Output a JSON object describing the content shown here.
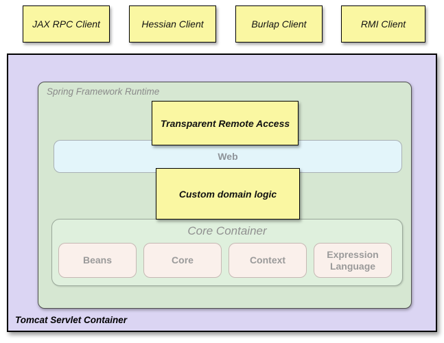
{
  "clients": [
    {
      "label": "JAX RPC Client"
    },
    {
      "label": "Hessian Client"
    },
    {
      "label": "Burlap Client"
    },
    {
      "label": "RMI Client"
    }
  ],
  "tomcat": {
    "label": "Tomcat Servlet Container"
  },
  "spring_runtime": {
    "label": "Spring Framework Runtime"
  },
  "transparent_remote_access": {
    "label": "Transparent Remote Access"
  },
  "web": {
    "label": "Web"
  },
  "custom_domain_logic": {
    "label": "Custom domain logic"
  },
  "core_container": {
    "label": "Core Container",
    "modules": [
      {
        "label": "Beans"
      },
      {
        "label": "Core"
      },
      {
        "label": "Context"
      },
      {
        "label": "Expression Language"
      }
    ]
  },
  "colors": {
    "client_box_fill": "#FAF7A2",
    "tomcat_fill": "#DBD5F3",
    "runtime_fill": "#D6E7D2",
    "core_container_fill": "#DFF0DD",
    "web_fill": "#E3F5FA",
    "module_fill": "#FAF0EB",
    "gray_text": "#8E8E8E",
    "border_black": "#000000"
  }
}
